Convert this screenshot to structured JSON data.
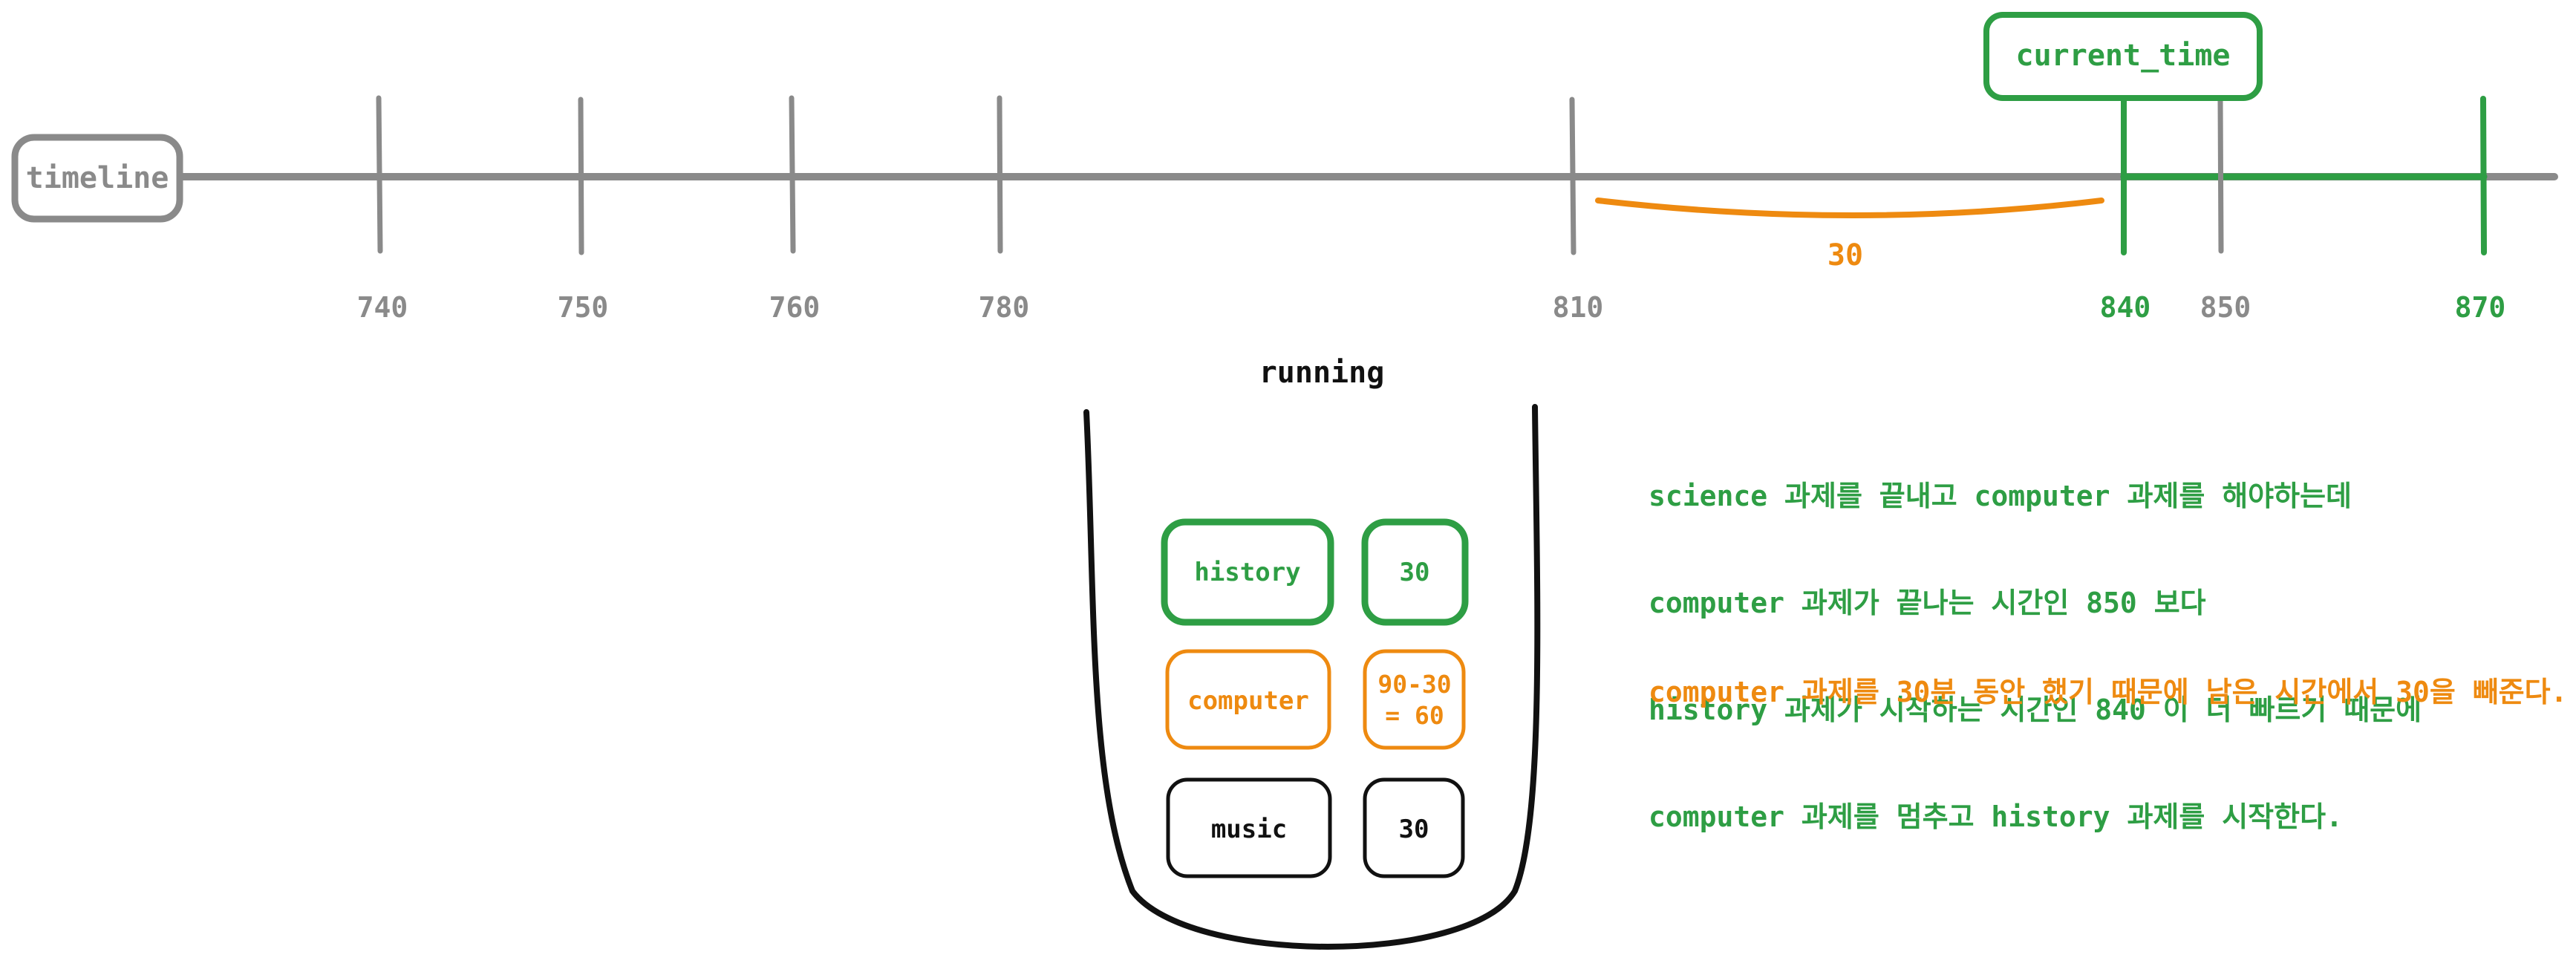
{
  "timeline_label": "timeline",
  "current_time_label": "current_time",
  "ticks": [
    {
      "value": "740",
      "highlight": false
    },
    {
      "value": "750",
      "highlight": false
    },
    {
      "value": "760",
      "highlight": false
    },
    {
      "value": "780",
      "highlight": false
    },
    {
      "value": "810",
      "highlight": false
    },
    {
      "value": "840",
      "highlight": true
    },
    {
      "value": "850",
      "highlight": false
    },
    {
      "value": "870",
      "highlight": true
    }
  ],
  "duration_label": "30",
  "stack_title": "running",
  "queue": [
    {
      "name": "history",
      "time": "30",
      "color": "#2e9e44"
    },
    {
      "name": "computer",
      "time_line1": "90-30",
      "time_line2": "= 60",
      "color": "#ee8a10"
    },
    {
      "name": "music",
      "time": "30",
      "color": "#111111"
    }
  ],
  "green_note_lines": [
    "science 과제를 끝내고 computer 과제를 해야하는데",
    "computer 과제가 끝나는 시간인 850 보다",
    "history 과제가 시작하는 시간인 840 이 더 빠르기 때문에",
    "computer 과제를 멈추고 history 과제를 시작한다."
  ],
  "orange_note": "computer 과제를 30분 동안 했기 때문에 남은 시간에서 30을 빼준다.",
  "colors": {
    "gray": "#8a8a8a",
    "green": "#2e9e44",
    "orange": "#ee8a10",
    "black": "#111111"
  }
}
